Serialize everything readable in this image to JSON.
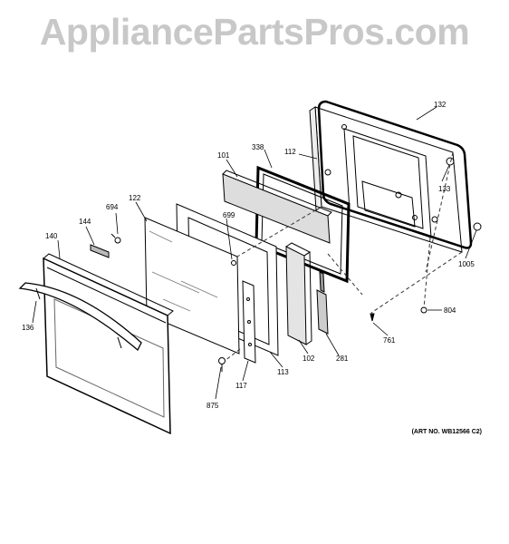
{
  "watermark": "AppliancePartsPros.com",
  "art_no": "(ART NO. WB12566 C2)",
  "callouts": {
    "c132": "132",
    "c112": "112",
    "c338": "338",
    "c101": "101",
    "c133": "133",
    "c694": "694",
    "c122": "122",
    "c699": "699",
    "c144": "144",
    "c140": "140",
    "c1005": "1005",
    "c804": "804",
    "c136": "136",
    "c761": "761",
    "c102": "102",
    "c281": "281",
    "c113": "113",
    "c117": "117",
    "c875": "875"
  }
}
